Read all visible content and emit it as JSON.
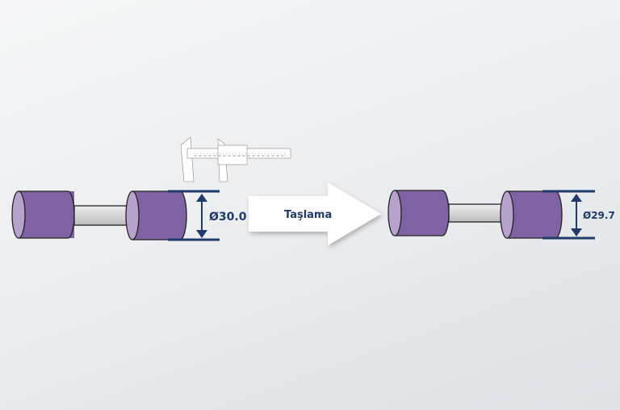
{
  "before": {
    "diameter_label": "Ø30.0"
  },
  "process": {
    "label": "Taşlama"
  },
  "after": {
    "diameter_label": "Ø29.7"
  },
  "colors": {
    "cylinder": "#7f62a3",
    "cylinder_end": "#b6a2cc",
    "dimension": "#1f3a6b",
    "shaft": "#cfcfcf"
  }
}
